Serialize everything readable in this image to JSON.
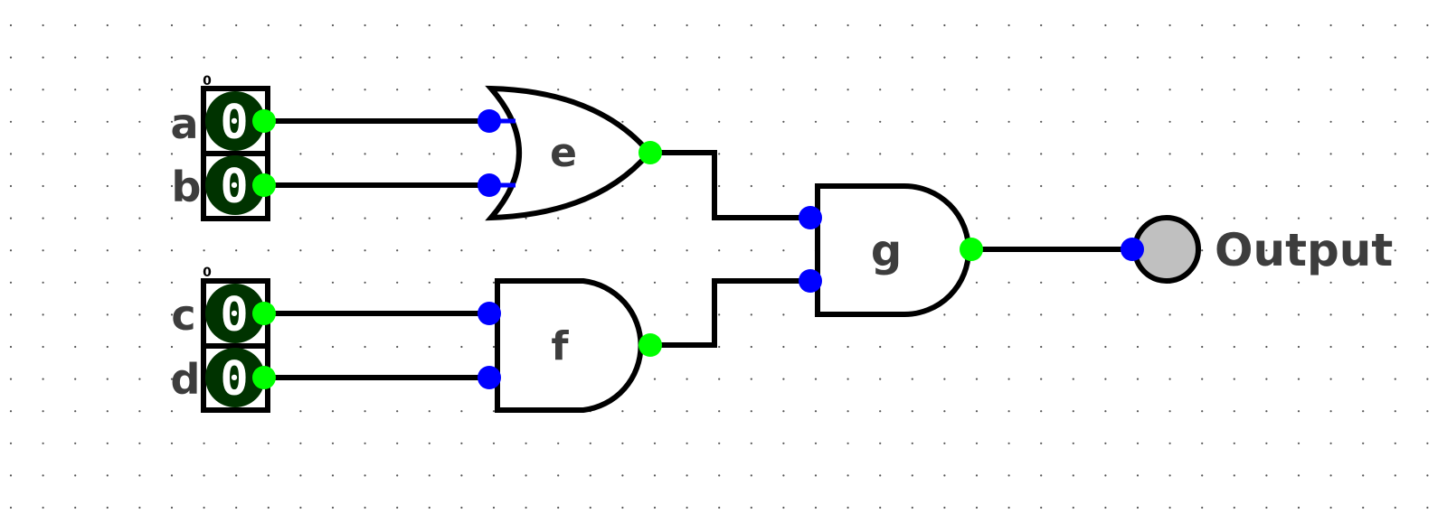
{
  "colors": {
    "background": "#ffffff",
    "grid_dot": "#555555",
    "wire": "#000000",
    "input_pin": "#0000ff",
    "output_pin": "#00ff00",
    "switch_fill": "#003300",
    "lamp_fill": "#c0c0c0",
    "label": "#3d3d3d"
  },
  "inputs": [
    {
      "id": "a",
      "label": "a",
      "value": "0"
    },
    {
      "id": "b",
      "label": "b",
      "value": "0"
    },
    {
      "id": "c",
      "label": "c",
      "value": "0"
    },
    {
      "id": "d",
      "label": "d",
      "value": "0"
    }
  ],
  "input_groups": [
    {
      "index_label": "0"
    },
    {
      "index_label": "0"
    }
  ],
  "gates": [
    {
      "id": "e",
      "type": "or",
      "label": "e"
    },
    {
      "id": "f",
      "type": "and",
      "label": "f"
    },
    {
      "id": "g",
      "type": "and",
      "label": "g"
    }
  ],
  "output": {
    "label": "Output"
  }
}
